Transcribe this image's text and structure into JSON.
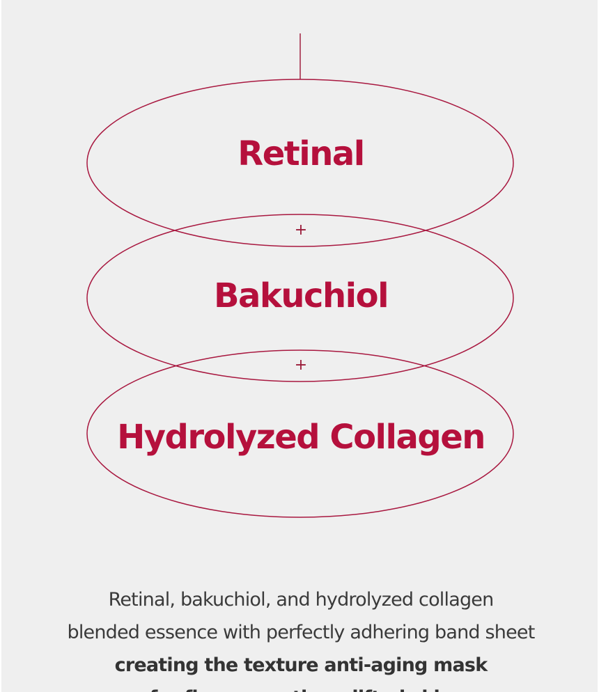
{
  "colors": {
    "background": "#efefef",
    "accent": "#b5103c",
    "body_text": "#3a3a3a"
  },
  "ingredients": [
    {
      "name": "Retinal"
    },
    {
      "name": "Bakuchiol"
    },
    {
      "name": "Hydrolyzed Collagen"
    }
  ],
  "separator": "+",
  "description": {
    "line1": "Retinal, bakuchiol, and hydrolyzed collagen",
    "line2": "blended essence with perfectly adhering band sheet",
    "line3": "creating the texture anti-aging mask",
    "line4": "for firm, smooth, uplifted skin"
  }
}
